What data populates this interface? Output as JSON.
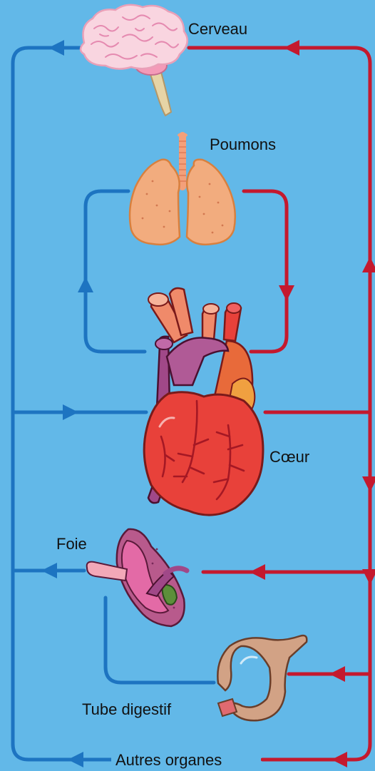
{
  "labels": {
    "brain": "Cerveau",
    "lungs": "Poumons",
    "heart": "Cœur",
    "liver": "Foie",
    "digestive": "Tube digestif",
    "others": "Autres organes"
  },
  "colors": {
    "background": "#62b8e8",
    "deoxygenated_blue": "#1d74c1",
    "oxygenated_red": "#c4192e",
    "heart_red": "#e8413a",
    "lung_orange": "#f2ac7e",
    "liver_pink": "#e36aa6",
    "stomach_tan": "#d2a285",
    "brain_pink": "#f9d5e0"
  },
  "icons": [
    "brain-icon",
    "lungs-icon",
    "heart-icon",
    "liver-icon",
    "stomach-icon"
  ]
}
